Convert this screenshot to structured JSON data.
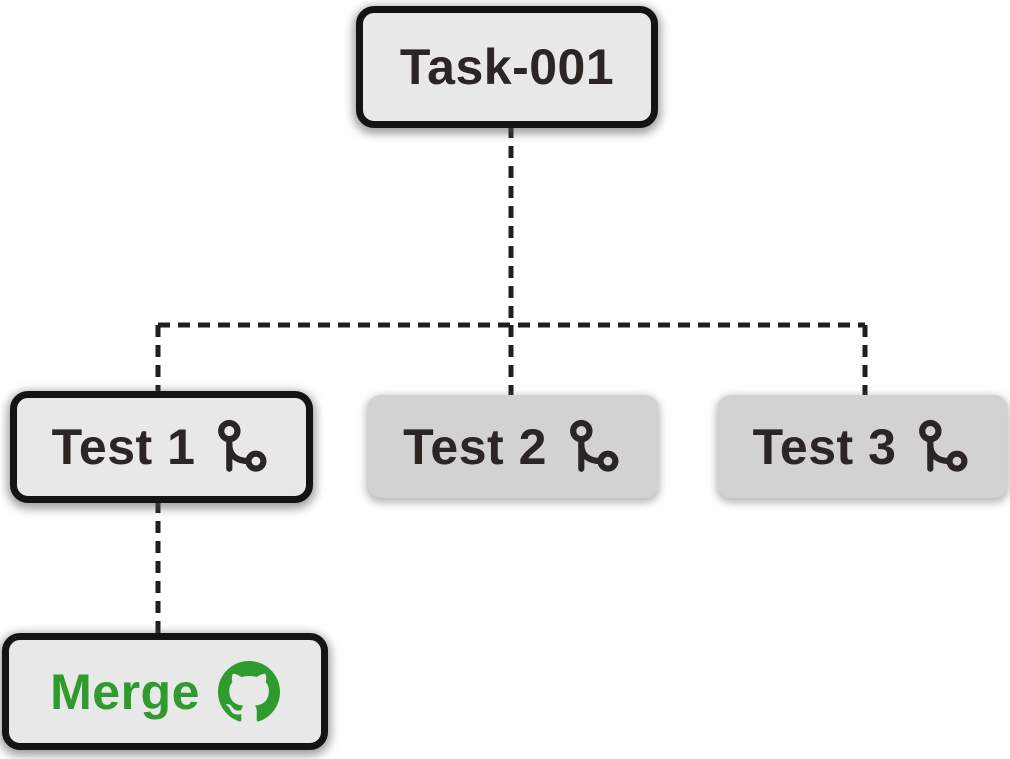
{
  "diagram": {
    "background": "#ffffff",
    "colors": {
      "node_fill_bordered": "#e9e8e8",
      "node_fill_plain": "#d3d2d2",
      "node_border": "#141414",
      "text": "#2b2523",
      "accent_green": "#2f9a2e",
      "connector": "#1f1f1f"
    },
    "nodes": [
      {
        "id": "task-001",
        "label": "Task-001",
        "icon": "none",
        "style": "bordered"
      },
      {
        "id": "test-1",
        "label": "Test 1",
        "icon": "git-branch-icon",
        "style": "bordered"
      },
      {
        "id": "test-2",
        "label": "Test 2",
        "icon": "git-branch-icon",
        "style": "plain"
      },
      {
        "id": "test-3",
        "label": "Test 3",
        "icon": "git-branch-icon",
        "style": "plain"
      },
      {
        "id": "merge",
        "label": "Merge",
        "icon": "github-icon",
        "style": "bordered-green"
      }
    ],
    "edges": [
      {
        "from": "task-001",
        "to": "test-1",
        "style": "dashed"
      },
      {
        "from": "task-001",
        "to": "test-2",
        "style": "dashed"
      },
      {
        "from": "task-001",
        "to": "test-3",
        "style": "dashed"
      },
      {
        "from": "test-1",
        "to": "merge",
        "style": "dashed"
      }
    ]
  }
}
